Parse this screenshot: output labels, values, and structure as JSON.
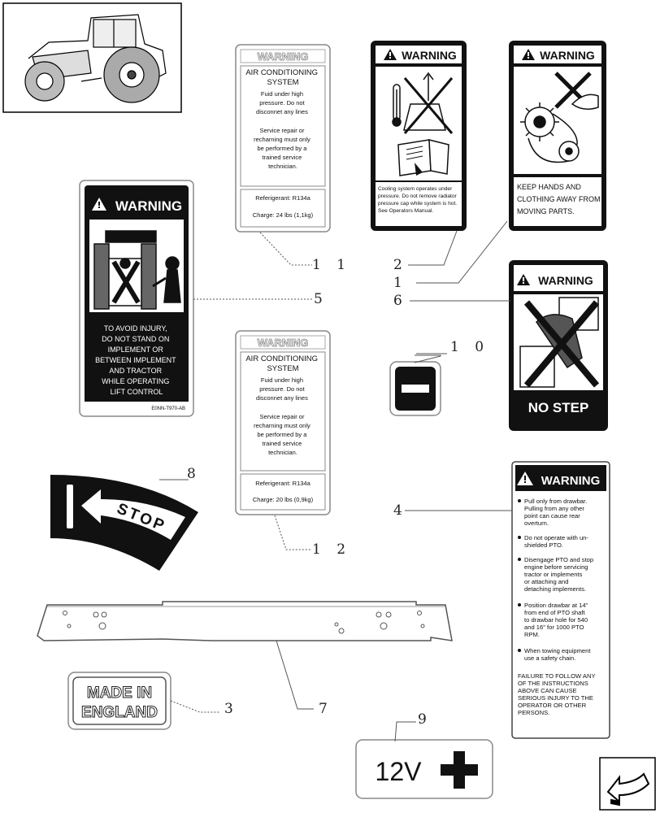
{
  "callouts": {
    "c1": "1",
    "c2": "2",
    "c3": "3",
    "c4": "4",
    "c5": "5",
    "c6": "6",
    "c7": "7",
    "c8": "8",
    "c9": "9",
    "c10": "1 0",
    "c11": "1 1",
    "c12": "1 2"
  },
  "decal_11": {
    "header": "WARNING",
    "title_lines": [
      "AIR CONDITIONING",
      "SYSTEM"
    ],
    "body_lines": [
      "Fuid under high",
      "pressure. Do not",
      "disconnet any lines",
      "",
      "Service repair or",
      "recharning must only",
      "be performed by a",
      "trained service",
      "technician."
    ],
    "refrigerant": "Referigerant: R134a",
    "charge": "Charge: 24 lbs (1,1kg)"
  },
  "decal_12": {
    "header": "WARNING",
    "title_lines": [
      "AIR CONDITIONING",
      "SYSTEM"
    ],
    "body_lines": [
      "Fuid under high",
      "pressure. Do not",
      "disconnet any lines",
      "",
      "Service repair or",
      "recharning must only",
      "be performed by a",
      "trained service",
      "technician."
    ],
    "refrigerant": "Referigerant: R134a",
    "charge": "Charge: 20 lbs (0,9kg)"
  },
  "decal_2": {
    "header": "WARNING",
    "text_lines": [
      "Cooling system operates under",
      "pressure. Do not remove radiator",
      "pressure cap while system is hot.",
      "See Operators Manual."
    ]
  },
  "decal_1": {
    "header": "WARNING",
    "text_lines": [
      "KEEP HANDS AND",
      "CLOTHING AWAY FROM",
      "MOVING PARTS."
    ]
  },
  "decal_5": {
    "header": "WARNING",
    "text_lines": [
      "TO AVOID INJURY,",
      "DO NOT STAND ON",
      "IMPLEMENT OR",
      "BETWEEN IMPLEMENT",
      "AND TRACTOR",
      "WHILE OPERATING",
      "LIFT CONTROL"
    ],
    "part_no": "E0NN-T970-AB"
  },
  "decal_6": {
    "header": "WARNING",
    "footer": "NO STEP"
  },
  "decal_4": {
    "header": "WARNING",
    "bullets": [
      [
        "Pull only from drawbar.",
        "Pulling from any other",
        "point can cause rear",
        "overturn."
      ],
      [
        "Do not operate with un-",
        "shielded PTO."
      ],
      [
        "Disengage PTO and stop",
        "engine before servicing",
        "tractor or implements",
        "or attaching and",
        "detaching implements."
      ],
      [
        "Position drawbar at 14\"",
        "from end of PTO shaft",
        "to drawbar hole for 540",
        "and 16\" for 1000 PTO",
        "RPM."
      ],
      [
        "When towing equipment",
        "use a safety chain."
      ]
    ],
    "footer_lines": [
      "FAILURE TO FOLLOW ANY",
      "OF THE INSTRUCTIONS",
      "ABOVE CAN CAUSE",
      "SERIOUS INJURY TO THE",
      "OPERATOR OR OTHER",
      "PERSONS."
    ]
  },
  "decal_8": {
    "text": "STOP"
  },
  "decal_3": {
    "lines": [
      "MADE IN",
      "ENGLAND"
    ]
  },
  "decal_9": {
    "text": "12V"
  }
}
